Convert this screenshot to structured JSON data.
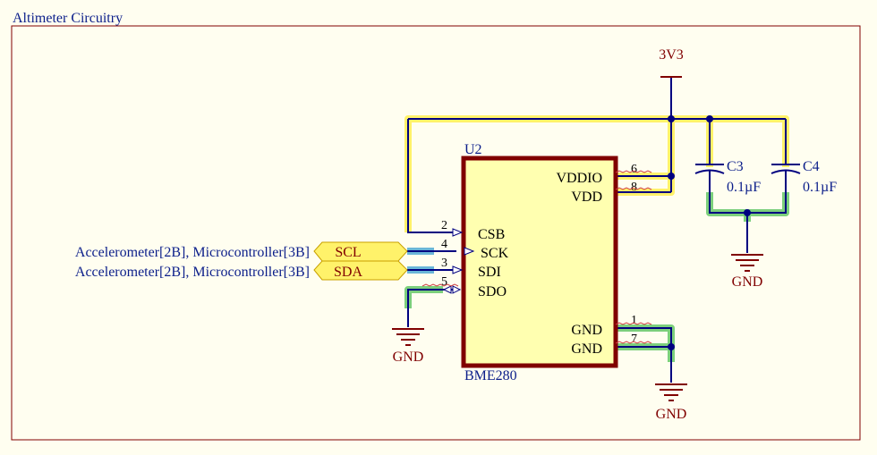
{
  "sheet": {
    "title": "Altimeter Circuitry"
  },
  "power": {
    "rail_label": "3V3",
    "gnd_label": "GND"
  },
  "chip": {
    "designator": "U2",
    "part_name": "BME280",
    "pins_right": [
      {
        "name": "VDDIO",
        "number": "6"
      },
      {
        "name": "VDD",
        "number": "8"
      },
      {
        "name": "GND",
        "number": "1"
      },
      {
        "name": "GND",
        "number": "7"
      }
    ],
    "pins_left": [
      {
        "name": "CSB",
        "number": "2"
      },
      {
        "name": "SCK",
        "number": "4"
      },
      {
        "name": "SDI",
        "number": "3"
      },
      {
        "name": "SDO",
        "number": "5"
      }
    ]
  },
  "capacitors": [
    {
      "designator": "C3",
      "value": "0.1µF"
    },
    {
      "designator": "C4",
      "value": "0.1µF"
    }
  ],
  "ports": [
    {
      "name": "SCL",
      "references": "Accelerometer[2B], Microcontroller[3B]"
    },
    {
      "name": "SDA",
      "references": "Accelerometer[2B], Microcontroller[3B]"
    }
  ],
  "colors": {
    "sheet_background": "#fffef0",
    "border": "#800000",
    "wire": "#000080",
    "chip_body": "#ffffb0",
    "chip_outline": "#800000",
    "net_highlight_power": "#fff26a",
    "net_highlight_gnd": "#7ccf7c",
    "net_highlight_bus": "#6ab6d8"
  }
}
